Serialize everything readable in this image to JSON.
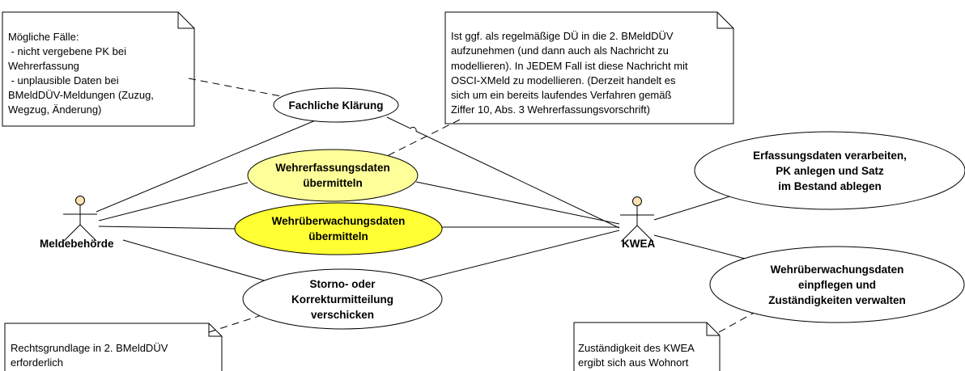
{
  "actors": {
    "meldebehoerde": "Meldebehörde",
    "kwea": "KWEA"
  },
  "use_cases": {
    "fachliche_klaerung": "Fachliche Klärung",
    "wehrerfassungsdaten": "Wehrerfassungsdaten\nübermitteln",
    "wehrueberwachungsdaten": "Wehrüberwachungsdaten\nübermitteln",
    "storno": "Storno- oder\nKorrekturmitteilung\nverschicken",
    "erfassungsdaten": "Erfassungsdaten verarbeiten,\nPK anlegen und Satz\nim Bestand ablegen",
    "wehrueberwachung_pflegen": "Wehrüberwachungsdaten\neinpflegen und\nZuständigkeiten verwalten"
  },
  "notes": {
    "moegliche_faelle": "Mögliche Fälle:\n - nicht vergebene PK bei\nWehrerfassung\n - unplausible Daten bei\nBMeldDÜV-Meldungen (Zuzug,\nWegzug, Änderung)",
    "regelmaessige_due": "Ist ggf. als regelmäßige DÜ in die 2. BMeldDÜV\naufzunehmen (und dann auch als Nachricht zu\nmodellieren). In JEDEM Fall ist diese Nachricht mit\nOSCI-XMeld zu modellieren. (Derzeit handelt es\nsich um ein bereits laufendes Verfahren gemäß\nZiffer 10, Abs. 3 Wehrerfassungsvorschrift)",
    "rechtsgrundlage": "Rechtsgrundlage in 2. BMeldDÜV\nerforderlich",
    "zustaendigkeit": "Zuständigkeit des KWEA\nergibt sich aus Wohnort"
  },
  "colors": {
    "uc_default": "#ffffff",
    "uc_light_yellow": "#ffff99",
    "uc_yellow": "#ffff33",
    "actor_fill": "#ffe0b0",
    "stroke": "#000000"
  }
}
